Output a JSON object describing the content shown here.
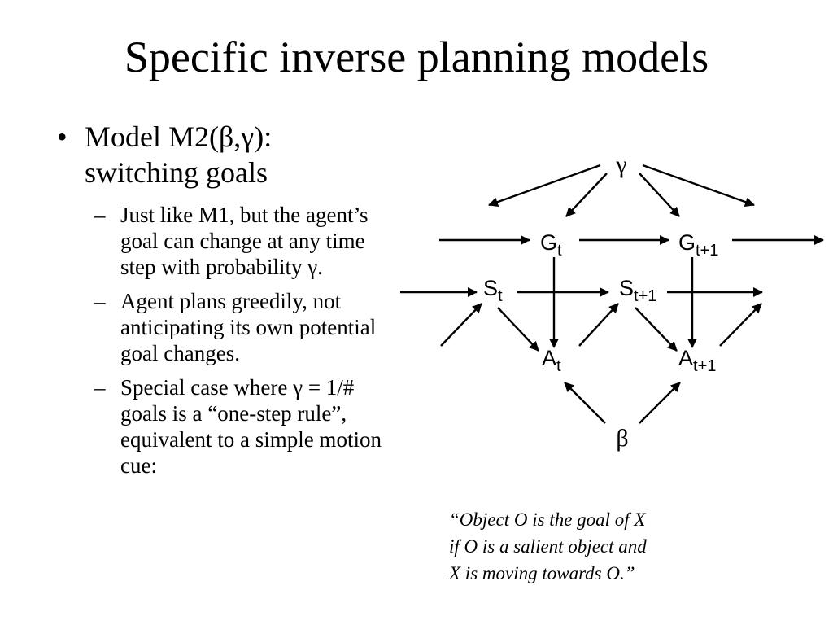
{
  "slide": {
    "title": "Specific inverse planning models"
  },
  "bullets": {
    "main_mark": "•",
    "main_line1": "Model M2(β,γ):",
    "main_line2": "switching goals",
    "sub_mark": "–",
    "sub": [
      "Just like M1, but the agent’s goal can change at any time step with probability γ.",
      "Agent plans greedily, not anticipating its own potential goal changes.",
      "Special case where γ = 1/# goals is a “one-step rule”, equivalent to a simple motion cue:"
    ]
  },
  "diagram": {
    "nodes": {
      "gamma": "γ",
      "beta": "β",
      "g_t": {
        "base": "G",
        "sub": "t"
      },
      "g_t1": {
        "base": "G",
        "sub": "t+1"
      },
      "s_t": {
        "base": "S",
        "sub": "t"
      },
      "s_t1": {
        "base": "S",
        "sub": "t+1"
      },
      "a_t": {
        "base": "A",
        "sub": "t"
      },
      "a_t1": {
        "base": "A",
        "sub": "t+1"
      }
    }
  },
  "quote": {
    "lines": [
      "“Object O is the goal of X",
      "if O is a salient object and",
      "X is moving towards O.”"
    ]
  }
}
